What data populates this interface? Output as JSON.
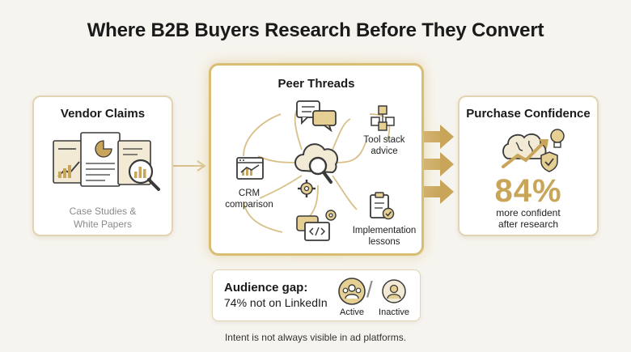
{
  "title": "Where B2B Buyers Research Before They Convert",
  "vendor": {
    "title": "Vendor Claims",
    "subtitle_line1": "Case Studies &",
    "subtitle_line2": "White Papers"
  },
  "peer": {
    "title": "Peer Threads",
    "nodes": {
      "tool_line1": "Tool stack",
      "tool_line2": "advice",
      "crm_line1": "CRM",
      "crm_line2": "comparison",
      "impl_line1": "Implementation",
      "impl_line2": "lessons"
    }
  },
  "confidence": {
    "title": "Purchase Confidence",
    "value": "84%",
    "caption_line1": "more confident",
    "caption_line2": "after research"
  },
  "gap": {
    "title": "Audience gap:",
    "detail": "74% not on LinkedIn",
    "active_label": "Active",
    "inactive_label": "Inactive",
    "separator": "/"
  },
  "footnote": "Intent is not always visible in ad platforms.",
  "colors": {
    "gold": "#c9a55a",
    "gold_light": "#e2d4b0",
    "line": "#d8c089",
    "ink": "#3a3a3a"
  },
  "icons": [
    "documents-icon",
    "magnifier-chart-icon",
    "chat-bubbles-icon",
    "blocks-icon",
    "cloud-search-icon",
    "browser-chart-icon",
    "gear-icon",
    "code-chat-icon",
    "clipboard-check-icon",
    "brain-growth-icon",
    "lightbulb-icon",
    "shield-check-icon",
    "group-icon",
    "user-icon"
  ]
}
